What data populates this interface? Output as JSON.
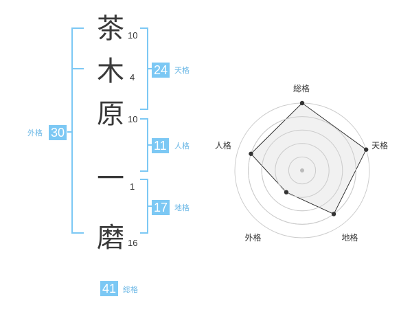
{
  "name": {
    "chars": [
      {
        "char": "茶",
        "strokes": "10"
      },
      {
        "char": "木",
        "strokes": "4"
      },
      {
        "char": "原",
        "strokes": "10"
      },
      {
        "char": "一",
        "strokes": "1"
      },
      {
        "char": "磨",
        "strokes": "16"
      }
    ]
  },
  "fortune": {
    "tenkaku": {
      "value": "24",
      "label": "天格"
    },
    "jinkaku": {
      "value": "11",
      "label": "人格"
    },
    "chikaku": {
      "value": "17",
      "label": "地格"
    },
    "gaikaku": {
      "value": "30",
      "label": "外格"
    },
    "soukaku": {
      "value": "41",
      "label": "総格"
    }
  },
  "chart_data": {
    "type": "radar",
    "axes": [
      "総格",
      "天格",
      "地格",
      "外格",
      "人格"
    ],
    "values": [
      5,
      5,
      4,
      2,
      4
    ],
    "max": 5,
    "rings": 5,
    "colors": {
      "fill": "#eeeeee",
      "line": "#333333",
      "grid": "#cccccc",
      "center": "#bbbbbb"
    }
  }
}
